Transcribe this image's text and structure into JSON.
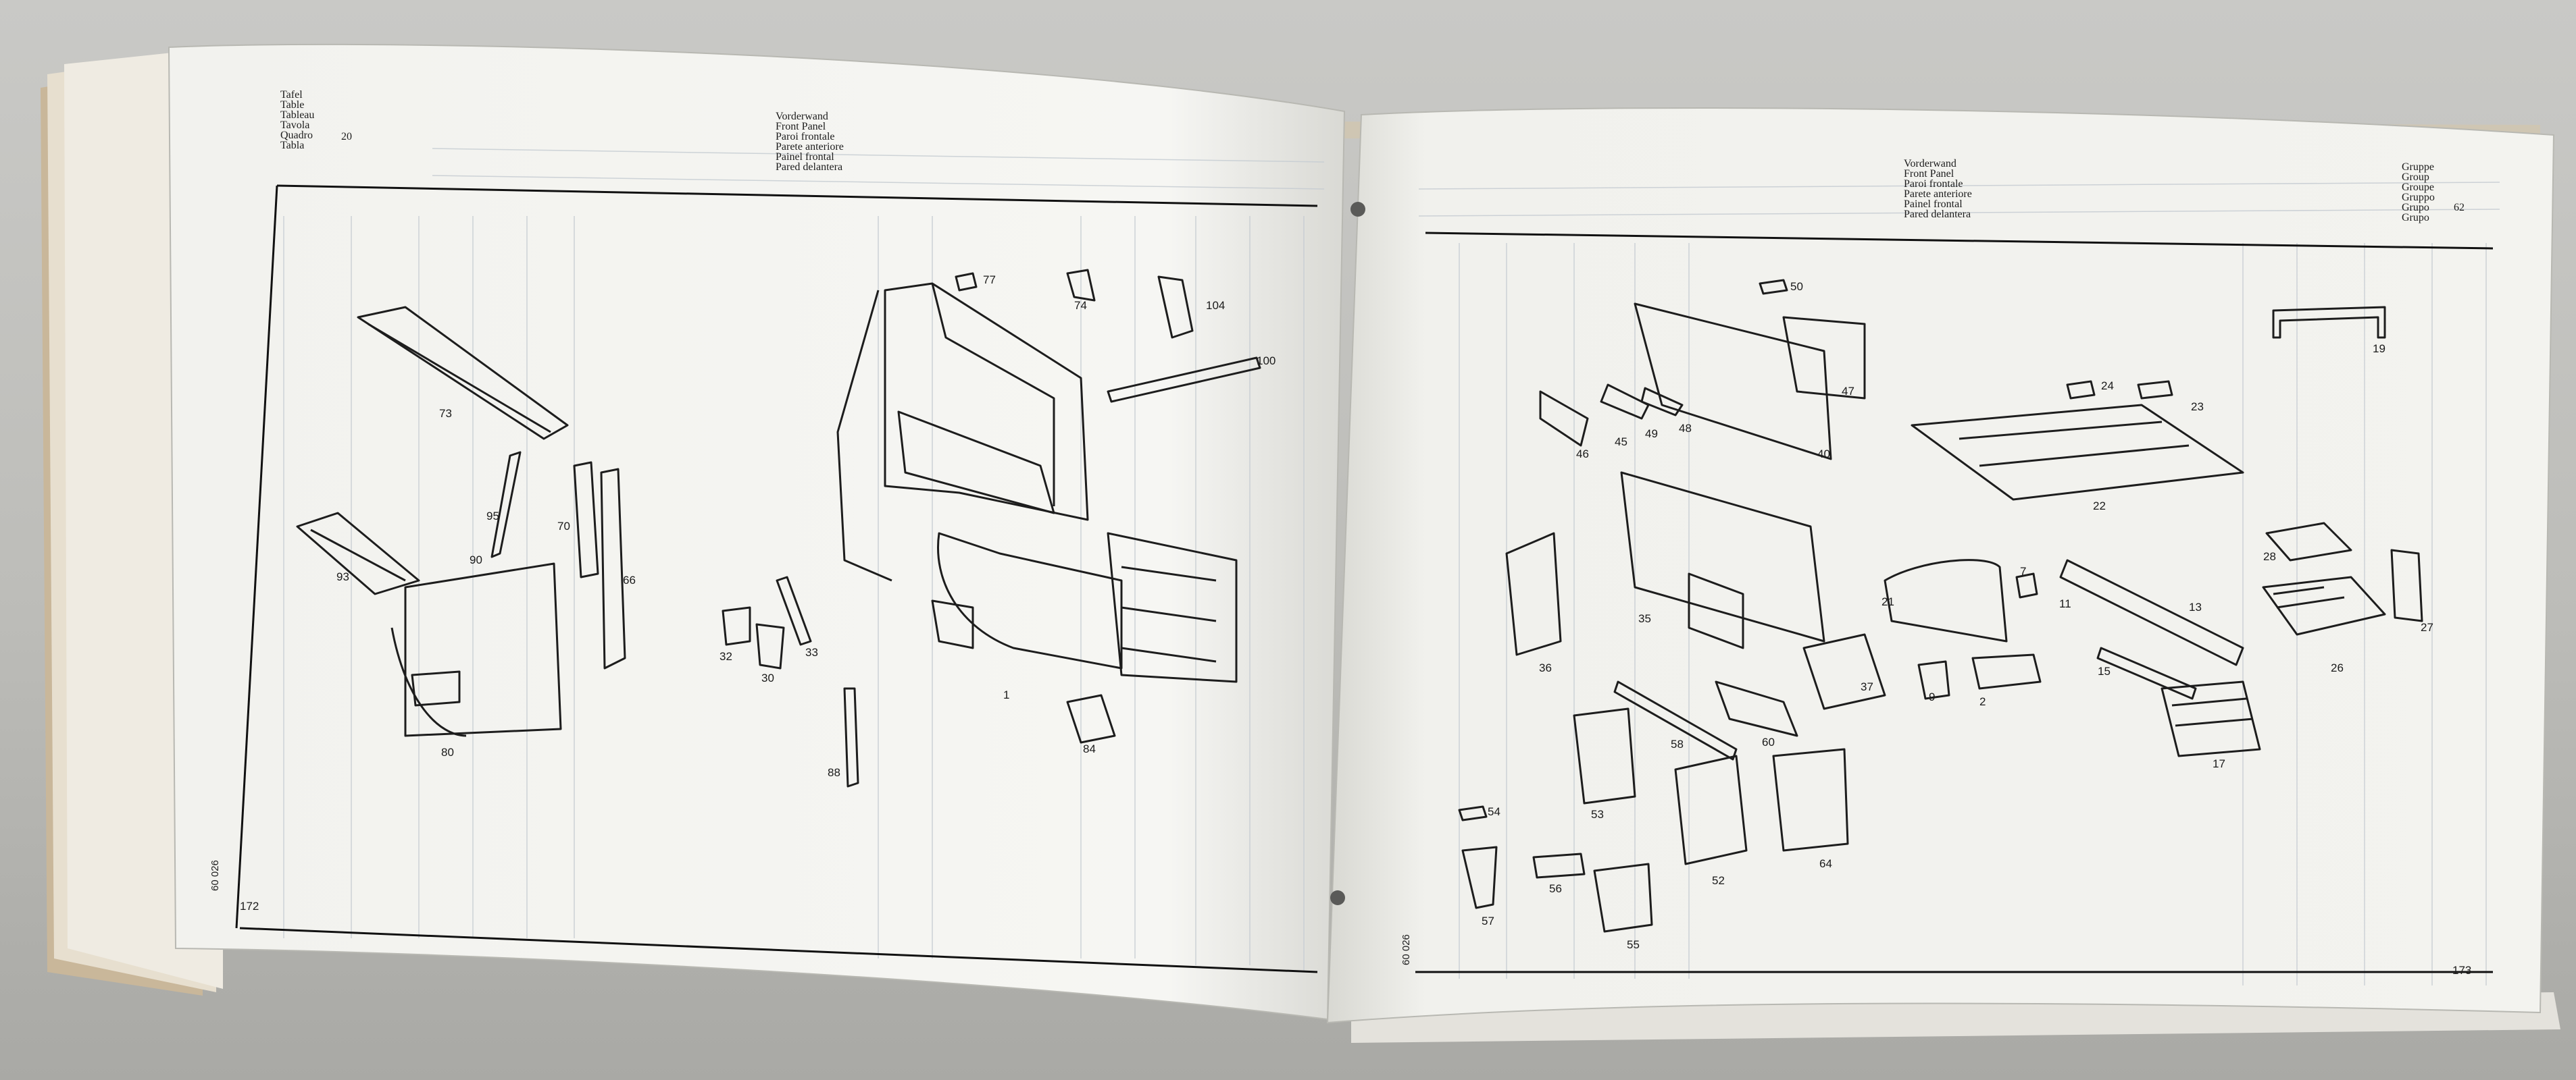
{
  "left_page": {
    "header_labels": [
      "Tafel",
      "Table",
      "Tableau",
      "Tavola",
      "Quadro",
      "Tabla"
    ],
    "table_number": "20",
    "title_lines": [
      "Vorderwand",
      "Front Panel",
      "Paroi frontale",
      "Parete anteriore",
      "Painel frontal",
      "Pared delantera"
    ],
    "page_number": "172",
    "page_code": "60 026",
    "callouts": [
      "73",
      "77",
      "74",
      "104",
      "100",
      "95",
      "70",
      "66",
      "93",
      "90",
      "32",
      "30",
      "33",
      "1",
      "84",
      "88",
      "80"
    ]
  },
  "right_page": {
    "title_lines": [
      "Vorderwand",
      "Front Panel",
      "Paroi frontale",
      "Parete anteriore",
      "Painel frontal",
      "Pared delantera"
    ],
    "group_labels": [
      "Gruppe",
      "Group",
      "Groupe",
      "Gruppo",
      "Grupo",
      "Grupo"
    ],
    "group_number": "62",
    "page_number": "173",
    "page_code": "60 026",
    "callouts": [
      "50",
      "47",
      "40",
      "24",
      "23",
      "19",
      "22",
      "46",
      "45",
      "49",
      "48",
      "35",
      "36",
      "21",
      "7",
      "11",
      "13",
      "28",
      "27",
      "26",
      "37",
      "9",
      "2",
      "15",
      "17",
      "58",
      "60",
      "54",
      "53",
      "52",
      "64",
      "56",
      "57",
      "55"
    ]
  }
}
